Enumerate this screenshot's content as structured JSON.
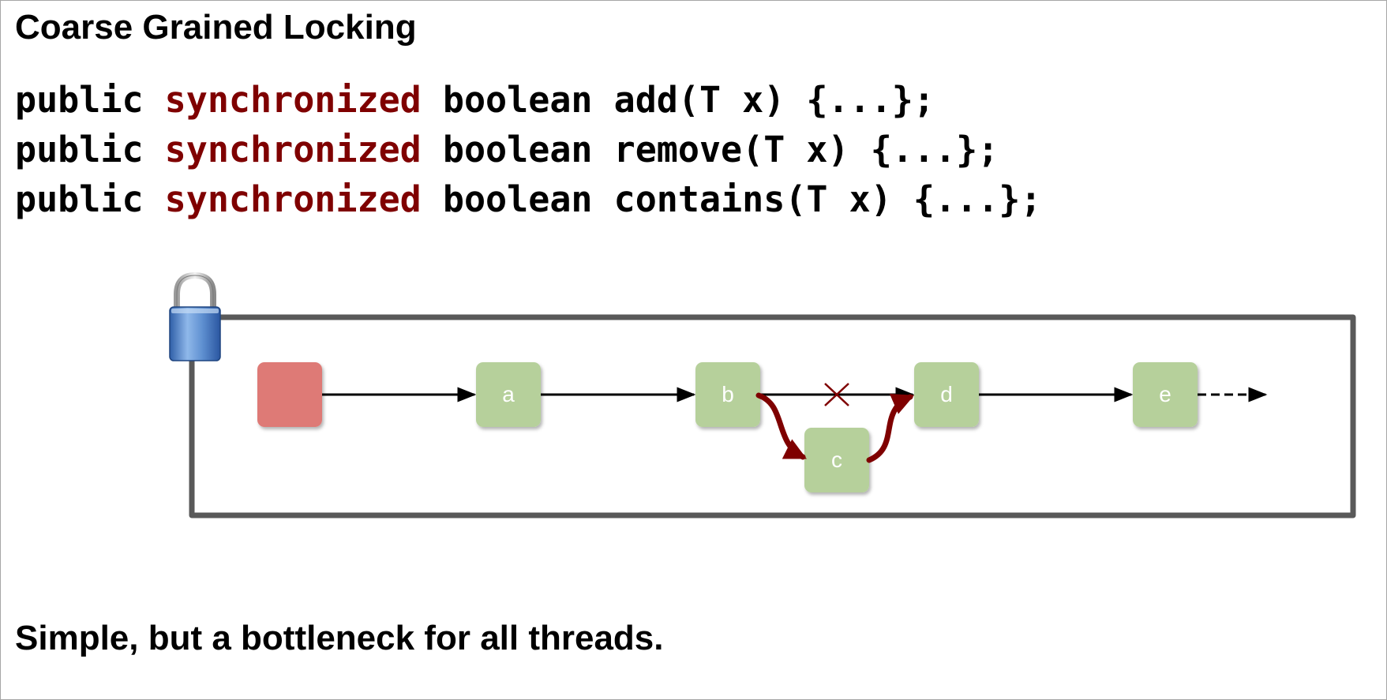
{
  "slide": {
    "title": "Coarse Grained Locking",
    "code_lines": [
      {
        "modifier": "public",
        "keyword": "synchronized",
        "rest": "boolean add(T x) {...};"
      },
      {
        "modifier": "public",
        "keyword": "synchronized",
        "rest": "boolean remove(T x) {...};"
      },
      {
        "modifier": "public",
        "keyword": "synchronized",
        "rest": "boolean contains(T x) {...};"
      }
    ],
    "footer": "Simple, but a bottleneck for all threads."
  },
  "diagram": {
    "lock_icon": "padlock-icon",
    "nodes": [
      {
        "id": "head",
        "label": "",
        "color": "#de7a76"
      },
      {
        "id": "a",
        "label": "a",
        "color": "#b6d09b"
      },
      {
        "id": "b",
        "label": "b",
        "color": "#b6d09b"
      },
      {
        "id": "c",
        "label": "c",
        "color": "#b6d09b"
      },
      {
        "id": "d",
        "label": "d",
        "color": "#b6d09b"
      },
      {
        "id": "e",
        "label": "e",
        "color": "#b6d09b"
      }
    ],
    "colors": {
      "keyword": "#7f0000",
      "insert_arrow": "#7f0000",
      "head_node": "#de7a76",
      "list_node": "#b6d09b",
      "frame": "#595959"
    }
  }
}
